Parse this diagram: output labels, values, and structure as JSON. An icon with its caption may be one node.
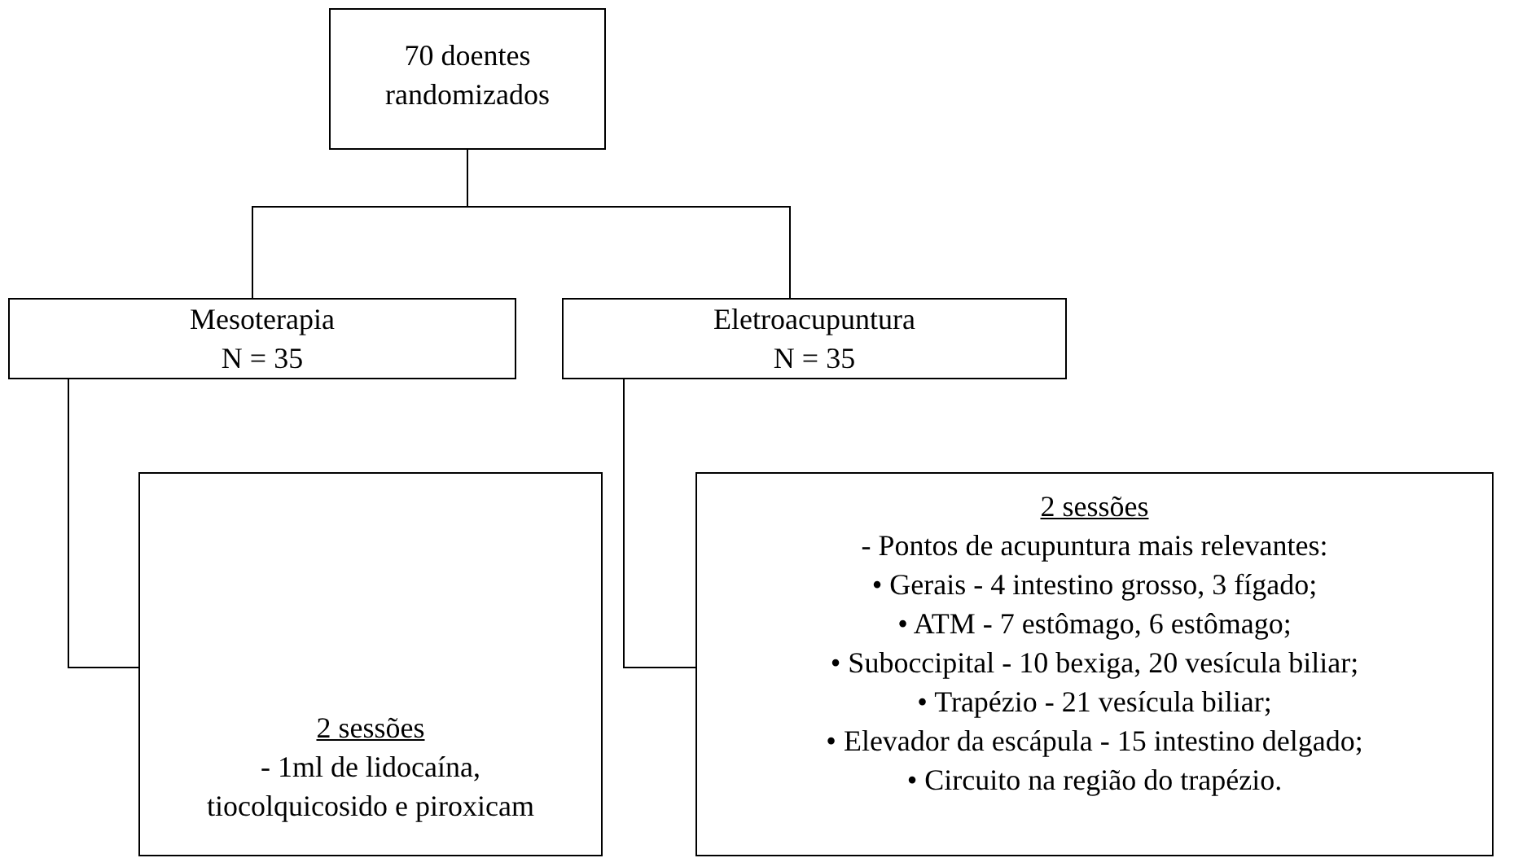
{
  "diagram": {
    "nodes": [
      {
        "text": [
          "70 doentes randomizados"
        ]
      },
      {
        "text": [
          "Mesoterapia",
          "N = 35"
        ]
      },
      {
        "text": [
          "Eletroacupuntura",
          "N = 35"
        ]
      },
      {
        "text": [
          "2 sessões",
          "- 1ml de lidocaína, tiocolquicosido e piroxicam"
        ]
      },
      {
        "text": [
          "2 sessões",
          "- Pontos de acupuntura mais relevantes:",
          "• Gerais - 4 intestino grosso, 3 fígado;",
          "• ATM - 7 estômago, 6 estômago;",
          "• Suboccipital - 10 bexiga, 20 vesícula biliar;",
          "• Trapézio - 21 vesícula biliar;",
          "• Elevador da escápula - 15 intestino delgado;",
          "• Circuito na região do trapézio."
        ]
      }
    ],
    "edges": [
      {
        "from": 0,
        "to": 1,
        "arrow": "none"
      },
      {
        "from": 0,
        "to": 2,
        "arrow": "none"
      },
      {
        "from": 1,
        "to": 3,
        "arrow": "none"
      },
      {
        "from": 2,
        "to": 4,
        "arrow": "none"
      }
    ]
  }
}
